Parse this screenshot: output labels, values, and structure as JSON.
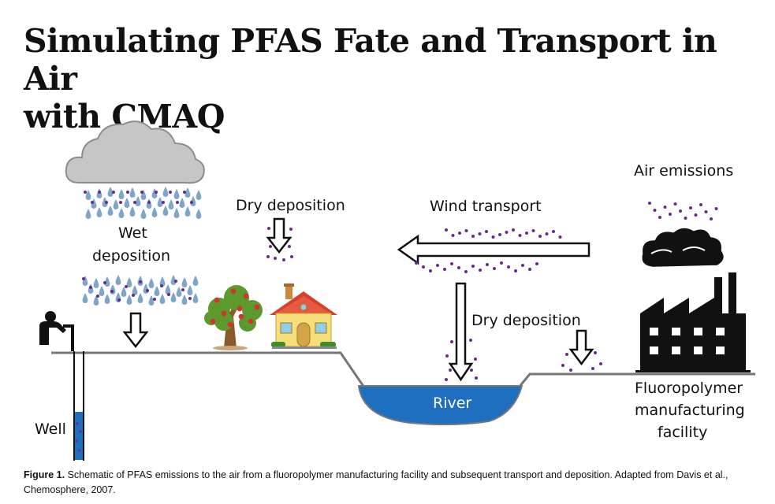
{
  "title": {
    "line1": "Simulating PFAS Fate and Transport in Air",
    "line2": "with CMAQ"
  },
  "labels": {
    "air_emissions": "Air emissions",
    "wind_transport": "Wind transport",
    "dry_deposition_top": "Dry deposition",
    "dry_deposition_river": "Dry deposition",
    "wet_deposition_line1": "Wet",
    "wet_deposition_line2": "deposition",
    "river": "River",
    "well": "Well",
    "facility_line1": "Fluoropolymer",
    "facility_line2": "manufacturing",
    "facility_line3": "facility"
  },
  "caption": {
    "label": "Figure 1.",
    "text": " Schematic of PFAS emissions to the air from a fluoropolymer manufacturing facility and subsequent transport and deposition. Adapted from Davis et al., Chemosphere, 2007."
  },
  "colors": {
    "particle": "#6b2a8c",
    "raindrop": "#7fa6c8",
    "river_fill": "#1f6fc0",
    "ground": "#777777",
    "cloud": "#bdbdbd",
    "factory": "#111111"
  },
  "icons": [
    "rain-cloud-icon",
    "person-drinking-icon",
    "apple-tree-icon",
    "house-icon",
    "smoke-cloud-icon",
    "factory-icon"
  ]
}
